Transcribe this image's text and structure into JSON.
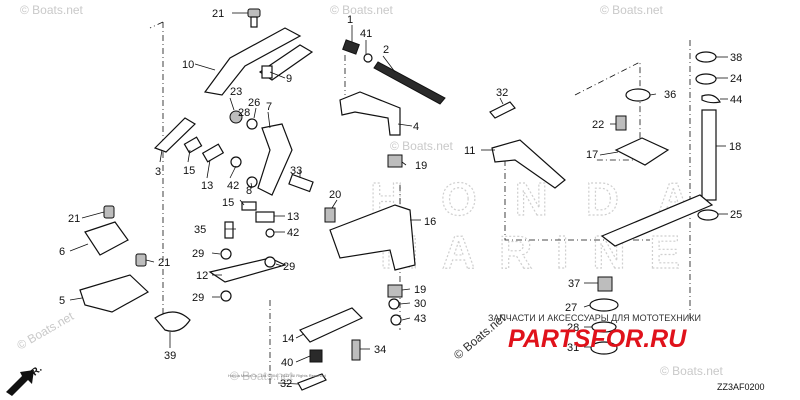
{
  "diagram": {
    "code": "ZZ3AF0200",
    "direction_label": "FR.",
    "copyright_fine": "Honda Motor Co., Ltd. 2004 - 2017 All Rights Reserved",
    "watermarks": {
      "site": "© Boats.net",
      "big_top": "HONDA",
      "big_bottom": "MARINE"
    },
    "promo": {
      "tagline": "ЗАПЧАСТИ И АКСЕССУАРЫ ДЛЯ МОТОТЕХНИКИ",
      "brand": "PARTSFOR.RU",
      "boats": "© Boats.net"
    },
    "callouts": [
      "1",
      "2",
      "3",
      "4",
      "5",
      "6",
      "7",
      "8",
      "9",
      "10",
      "11",
      "12",
      "13",
      "13",
      "14",
      "15",
      "15",
      "16",
      "17",
      "18",
      "19",
      "19",
      "20",
      "21",
      "21",
      "21",
      "22",
      "23",
      "24",
      "25",
      "26",
      "27",
      "28",
      "28",
      "29",
      "29",
      "29",
      "30",
      "31",
      "32",
      "32",
      "33",
      "34",
      "35",
      "36",
      "37",
      "38",
      "39",
      "40",
      "41",
      "42",
      "42",
      "43",
      "44"
    ]
  }
}
